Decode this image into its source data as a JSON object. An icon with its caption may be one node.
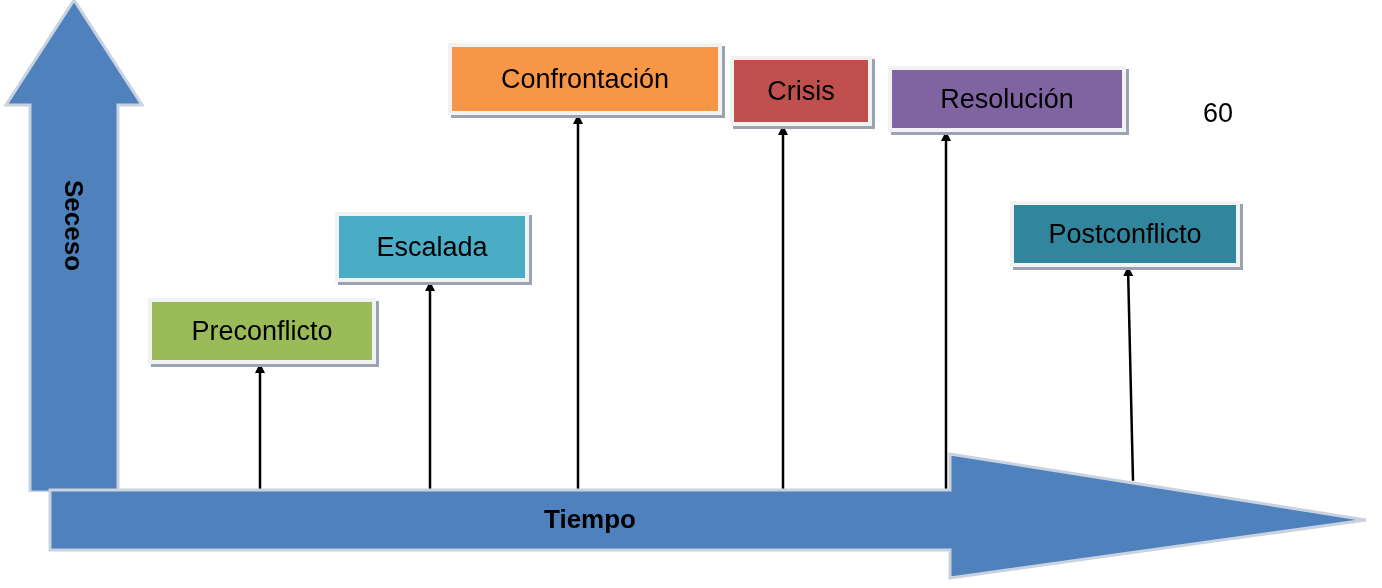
{
  "diagram": {
    "nodes": [
      {
        "text": [
          "Seceso"
        ]
      },
      {
        "text": [
          "Preconflicto"
        ]
      },
      {
        "text": [
          "Escalada"
        ]
      },
      {
        "text": [
          "Confrontación"
        ]
      },
      {
        "text": [
          "Crisis"
        ]
      },
      {
        "text": [
          "Resolución"
        ]
      },
      {
        "text": [
          "Postconflicto"
        ]
      },
      {
        "text": [
          "Tiempo"
        ]
      }
    ],
    "edges": [
      {
        "from": 7,
        "to": 1,
        "arrow": "to"
      },
      {
        "from": 7,
        "to": 2,
        "arrow": "to"
      },
      {
        "from": 7,
        "to": 3,
        "arrow": "to"
      },
      {
        "from": 7,
        "to": 4,
        "arrow": "to"
      },
      {
        "from": 7,
        "to": 5,
        "arrow": "to"
      },
      {
        "from": 7,
        "to": 6,
        "arrow": "to"
      }
    ],
    "labels": [
      "60"
    ]
  }
}
